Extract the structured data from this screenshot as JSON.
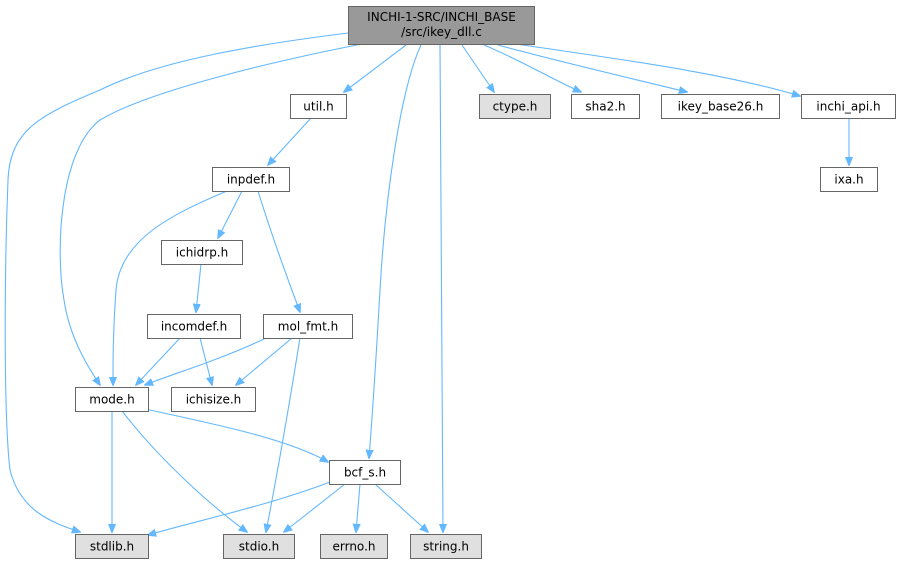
{
  "graph": {
    "root": {
      "label_line1": "INCHI-1-SRC/INCHI_BASE",
      "label_line2": "/src/ikey_dll.c"
    },
    "nodes": [
      {
        "id": "util",
        "label": "util.h",
        "kind": "documented"
      },
      {
        "id": "ctype",
        "label": "ctype.h",
        "kind": "system"
      },
      {
        "id": "sha2",
        "label": "sha2.h",
        "kind": "documented"
      },
      {
        "id": "ikey_base26",
        "label": "ikey_base26.h",
        "kind": "documented"
      },
      {
        "id": "inchi_api",
        "label": "inchi_api.h",
        "kind": "documented"
      },
      {
        "id": "inpdef",
        "label": "inpdef.h",
        "kind": "documented"
      },
      {
        "id": "ixa",
        "label": "ixa.h",
        "kind": "documented"
      },
      {
        "id": "ichidrp",
        "label": "ichidrp.h",
        "kind": "documented"
      },
      {
        "id": "incomdef",
        "label": "incomdef.h",
        "kind": "documented"
      },
      {
        "id": "mol_fmt",
        "label": "mol_fmt.h",
        "kind": "documented"
      },
      {
        "id": "mode",
        "label": "mode.h",
        "kind": "documented"
      },
      {
        "id": "ichisize",
        "label": "ichisize.h",
        "kind": "documented"
      },
      {
        "id": "bcf_s",
        "label": "bcf_s.h",
        "kind": "documented"
      },
      {
        "id": "stdlib",
        "label": "stdlib.h",
        "kind": "system"
      },
      {
        "id": "stdio",
        "label": "stdio.h",
        "kind": "system"
      },
      {
        "id": "errno",
        "label": "errno.h",
        "kind": "system"
      },
      {
        "id": "string",
        "label": "string.h",
        "kind": "system"
      }
    ],
    "edges": [
      [
        "root",
        "util"
      ],
      [
        "root",
        "ctype"
      ],
      [
        "root",
        "sha2"
      ],
      [
        "root",
        "ikey_base26"
      ],
      [
        "root",
        "inchi_api"
      ],
      [
        "root",
        "mode"
      ],
      [
        "root",
        "stdlib"
      ],
      [
        "root",
        "bcf_s"
      ],
      [
        "root",
        "string"
      ],
      [
        "util",
        "inpdef"
      ],
      [
        "inchi_api",
        "ixa"
      ],
      [
        "inpdef",
        "ichidrp"
      ],
      [
        "inpdef",
        "mode"
      ],
      [
        "inpdef",
        "mol_fmt"
      ],
      [
        "ichidrp",
        "incomdef"
      ],
      [
        "incomdef",
        "mode"
      ],
      [
        "incomdef",
        "ichisize"
      ],
      [
        "mol_fmt",
        "mode"
      ],
      [
        "mol_fmt",
        "ichisize"
      ],
      [
        "mol_fmt",
        "stdio"
      ],
      [
        "mode",
        "stdlib"
      ],
      [
        "mode",
        "stdio"
      ],
      [
        "mode",
        "bcf_s"
      ],
      [
        "bcf_s",
        "stdlib"
      ],
      [
        "bcf_s",
        "stdio"
      ],
      [
        "bcf_s",
        "errno"
      ],
      [
        "bcf_s",
        "string"
      ]
    ],
    "colors": {
      "root_fill": "#999999",
      "documented_fill": "#ffffff",
      "system_fill": "#e0e0e0",
      "border": "#666666",
      "edge": "#63b8ff"
    }
  }
}
